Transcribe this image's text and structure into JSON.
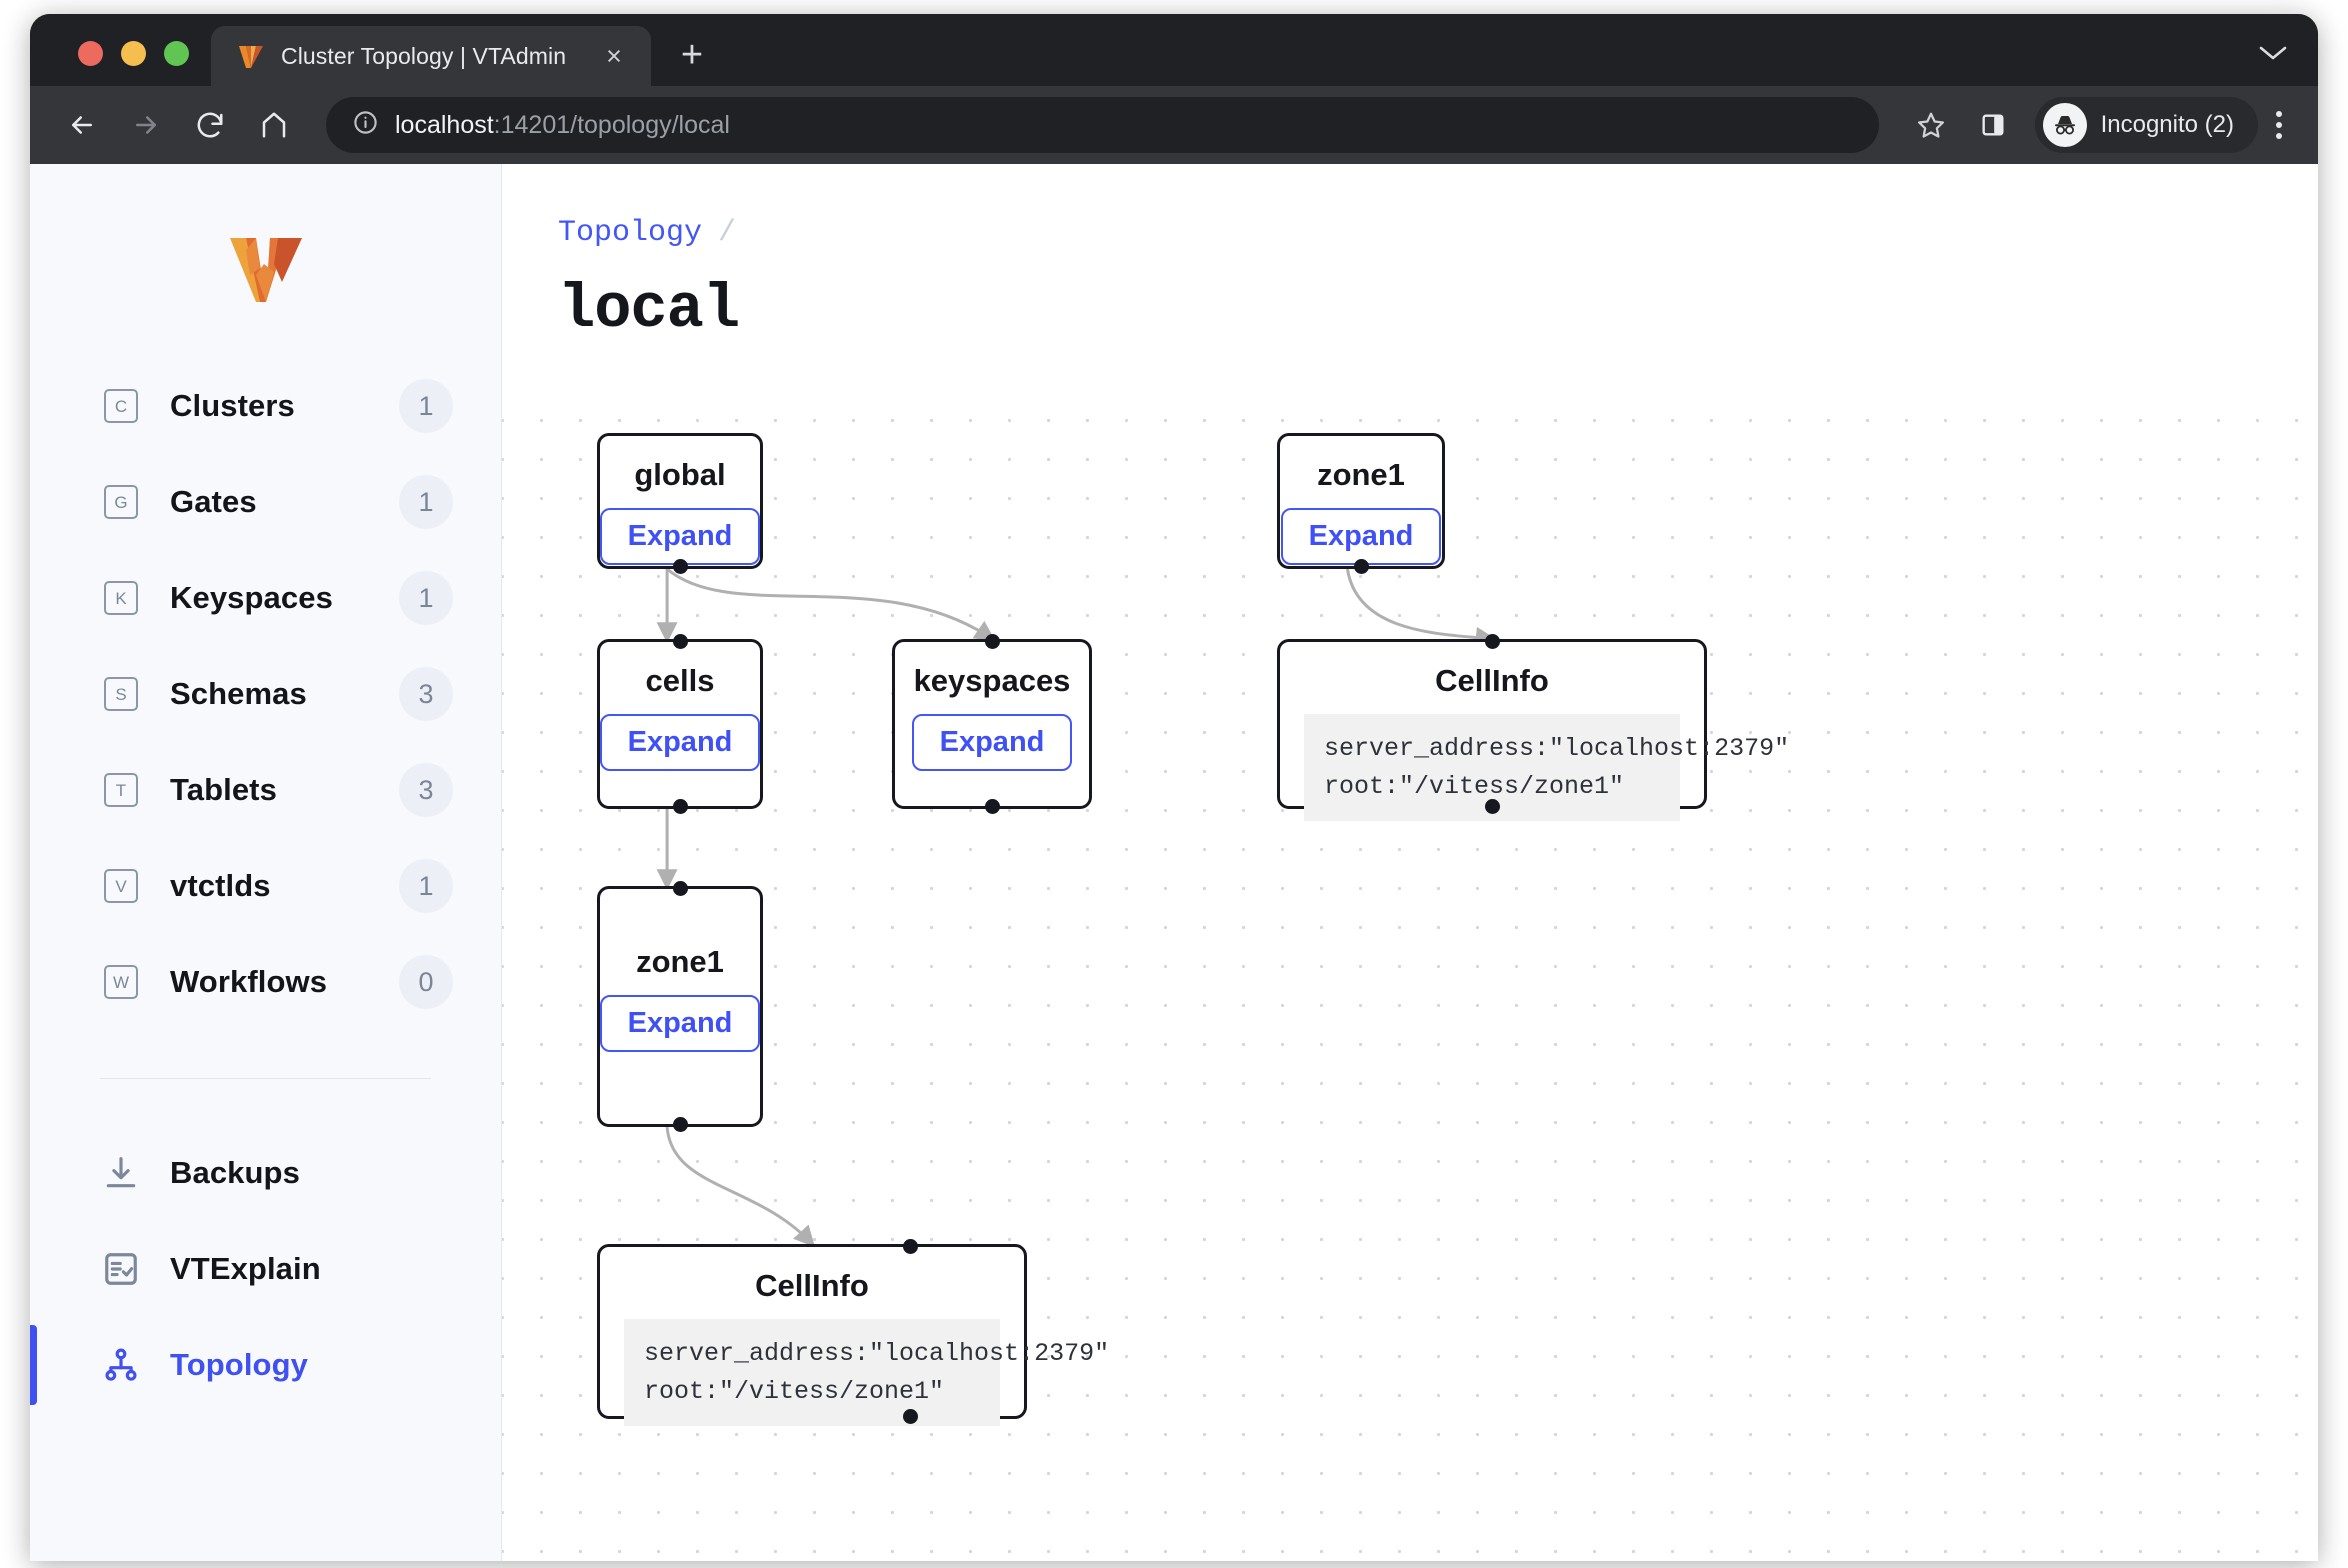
{
  "browser": {
    "tab": {
      "title": "Cluster Topology | VTAdmin",
      "favicon": "vitess-v-logo-icon",
      "close": "×"
    },
    "new_tab_label": "+",
    "tabstrip_chevron": "chevron-down-icon",
    "toolbar": {
      "back": "back-arrow-icon",
      "forward": "forward-arrow-icon",
      "reload": "reload-icon",
      "home": "home-icon",
      "info": "site-info-icon",
      "url_host": "localhost",
      "url_path": ":14201/topology/local",
      "full_url": "localhost:14201/topology/local",
      "bookmark": "star-icon",
      "sidepanel": "side-panel-icon",
      "profile_label": "Incognito (2)",
      "profile_icon": "incognito-hat-glasses-icon",
      "menu": "three-dot-menu-icon"
    }
  },
  "sidebar": {
    "logo": "vitess-logo",
    "items": [
      {
        "label": "Clusters",
        "icon_letter": "C",
        "badge": "1"
      },
      {
        "label": "Gates",
        "icon_letter": "G",
        "badge": "1"
      },
      {
        "label": "Keyspaces",
        "icon_letter": "K",
        "badge": "1"
      },
      {
        "label": "Schemas",
        "icon_letter": "S",
        "badge": "3"
      },
      {
        "label": "Tablets",
        "icon_letter": "T",
        "badge": "3"
      },
      {
        "label": "vtctlds",
        "icon_letter": "V",
        "badge": "1"
      },
      {
        "label": "Workflows",
        "icon_letter": "W",
        "badge": "0"
      }
    ],
    "tools": [
      {
        "label": "Backups",
        "icon": "download-icon",
        "active": false
      },
      {
        "label": "VTExplain",
        "icon": "checklist-icon",
        "active": false
      },
      {
        "label": "Topology",
        "icon": "sitemap-icon",
        "active": true
      }
    ],
    "accent_color": "#3f51f0"
  },
  "content": {
    "breadcrumb": {
      "link": "Topology",
      "separator": "/"
    },
    "title": "local"
  },
  "graph": {
    "expand_label": "Expand",
    "nodes": [
      {
        "id": "global",
        "title": "global",
        "type": "expandable"
      },
      {
        "id": "cells",
        "title": "cells",
        "type": "expandable"
      },
      {
        "id": "keyspaces",
        "title": "keyspaces",
        "type": "expandable"
      },
      {
        "id": "zone1-left",
        "title": "zone1",
        "type": "expandable"
      },
      {
        "id": "zone1-right",
        "title": "zone1",
        "type": "expandable"
      },
      {
        "id": "cellinfo-right",
        "title": "CellInfo",
        "type": "detail",
        "code": "server_address:\"localhost:2379\"\nroot:\"/vitess/zone1\""
      },
      {
        "id": "cellinfo-bottom",
        "title": "CellInfo",
        "type": "detail",
        "code": "server_address:\"localhost:2379\"\nroot:\"/vitess/zone1\""
      }
    ],
    "edges": [
      {
        "from": "global",
        "to": "cells"
      },
      {
        "from": "global",
        "to": "keyspaces"
      },
      {
        "from": "cells",
        "to": "zone1-left"
      },
      {
        "from": "zone1-left",
        "to": "cellinfo-bottom"
      },
      {
        "from": "zone1-right",
        "to": "cellinfo-right"
      }
    ],
    "edge_color": "#b0b0b0",
    "node_border_color": "#17181f"
  }
}
